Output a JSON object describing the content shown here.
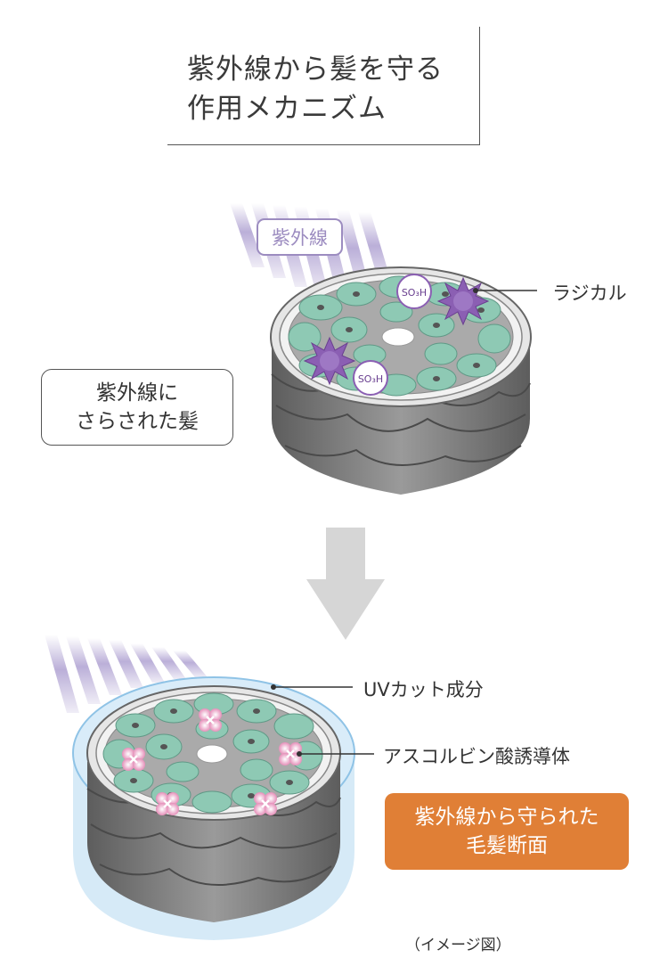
{
  "title": {
    "line1": "紫外線から髪を守る",
    "line2": "作用メカニズム"
  },
  "top": {
    "uv_tag": "紫外線",
    "radical_label": "ラジカル",
    "so3h_label": "SO₃H",
    "status_line1": "紫外線に",
    "status_line2": "さらされた髪"
  },
  "bottom": {
    "uv_cut_label": "UVカット成分",
    "derivative_label": "アスコルビン酸誘導体",
    "result_line1": "紫外線から守られた",
    "result_line2": "毛髪断面"
  },
  "note": "（イメージ図）",
  "colors": {
    "uv_stripe": "#b3a6d4",
    "cell": "#8ec9b4",
    "radical": "#8b5fb3",
    "shield": "#cfe6f6",
    "result_box": "#e07f36",
    "arrow": "#d6d6d6"
  }
}
